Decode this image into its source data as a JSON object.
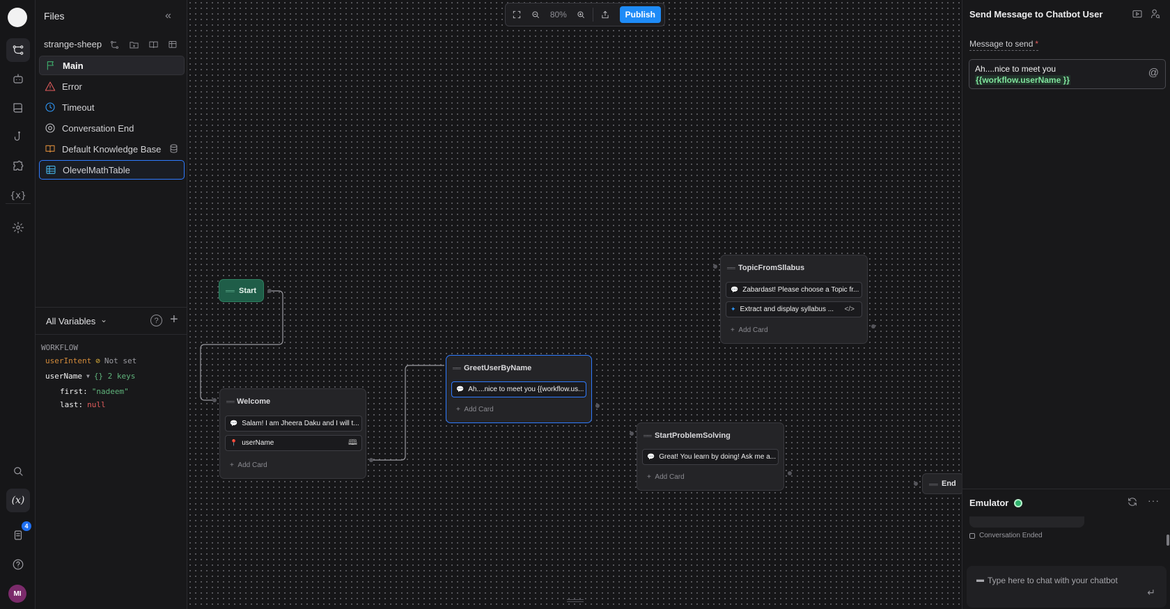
{
  "rail": {
    "items": [
      "workflow",
      "bot",
      "library",
      "hooks",
      "integrations",
      "variables",
      "settings",
      "search",
      "code-variables",
      "logs",
      "help"
    ],
    "badge_count": "4",
    "avatar_initials": "MI"
  },
  "files": {
    "title": "Files",
    "project_name": "strange-sheep",
    "items": [
      {
        "label": "Main",
        "icon": "flag-icon",
        "color": "#3fb36f"
      },
      {
        "label": "Error",
        "icon": "warning-icon",
        "color": "#e35d5d"
      },
      {
        "label": "Timeout",
        "icon": "clock-icon",
        "color": "#2f9bff"
      },
      {
        "label": "Conversation End",
        "icon": "stop-circle-icon",
        "color": "#c8c8cc"
      },
      {
        "label": "Default Knowledge Base",
        "icon": "book-icon",
        "color": "#d78a3a"
      },
      {
        "label": "OlevelMathTable",
        "icon": "table-icon",
        "color": "#45b3e6"
      }
    ]
  },
  "variables": {
    "header": "All Variables",
    "section": "WORKFLOW",
    "userIntent": {
      "name": "userIntent",
      "status": "Not set"
    },
    "userName": {
      "name": "userName",
      "summary": "{} 2 keys",
      "first_key": "first:",
      "first_val": "\"nadeem\"",
      "last_key": "last:",
      "last_val": "null"
    }
  },
  "toolbar": {
    "zoom": "80%",
    "publish": "Publish"
  },
  "nodes": {
    "start": "Start",
    "end": "End",
    "welcome": {
      "title": "Welcome",
      "card1": "Salam! I am Jheera Daku and I will t...",
      "card2": "userName",
      "add": "Add Card"
    },
    "greet": {
      "title": "GreetUserByName",
      "card1": "Ah....nice to meet you {{workflow.us...",
      "add": "Add Card"
    },
    "topic": {
      "title": "TopicFromSllabus",
      "card1": "Zabardast! Please choose a Topic fr...",
      "card2": "Extract and display syllabus ...",
      "add": "Add Card"
    },
    "problem": {
      "title": "StartProblemSolving",
      "card1": "Great! You learn by doing! Ask me a...",
      "add": "Add Card"
    }
  },
  "inspector": {
    "title": "Send Message to Chatbot User",
    "field_label": "Message to send",
    "required_mark": "*",
    "message_text": "Ah....nice to meet you",
    "message_var": "{{workflow.userName }}"
  },
  "emulator": {
    "title": "Emulator",
    "status_color": "#2fb36d",
    "conversation_ended": "Conversation Ended",
    "placeholder": "Type here to chat with your chatbot"
  }
}
